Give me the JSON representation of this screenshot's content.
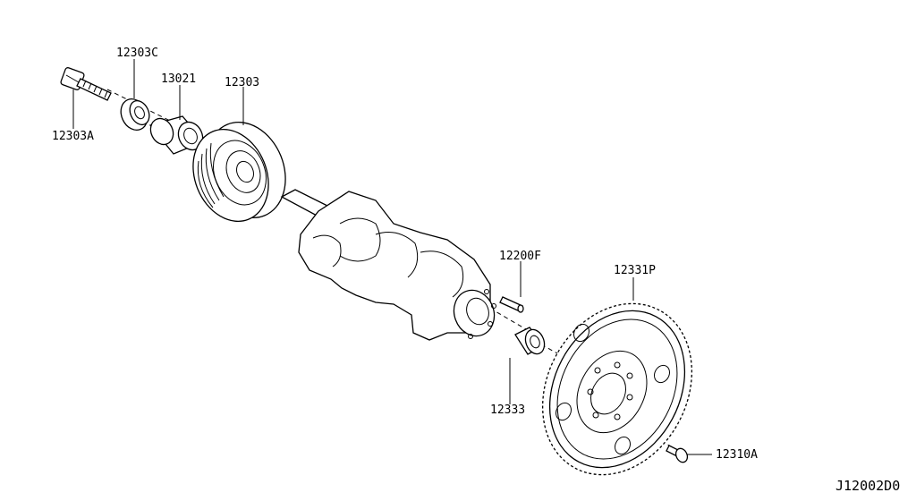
{
  "diagram": {
    "code": "J12002D0",
    "labels": {
      "p12303C": "12303C",
      "p13021": "13021",
      "p12303": "12303",
      "p12303A": "12303A",
      "p12200F": "12200F",
      "p12331P": "12331P",
      "p12333": "12333",
      "p12310A": "12310A"
    }
  }
}
